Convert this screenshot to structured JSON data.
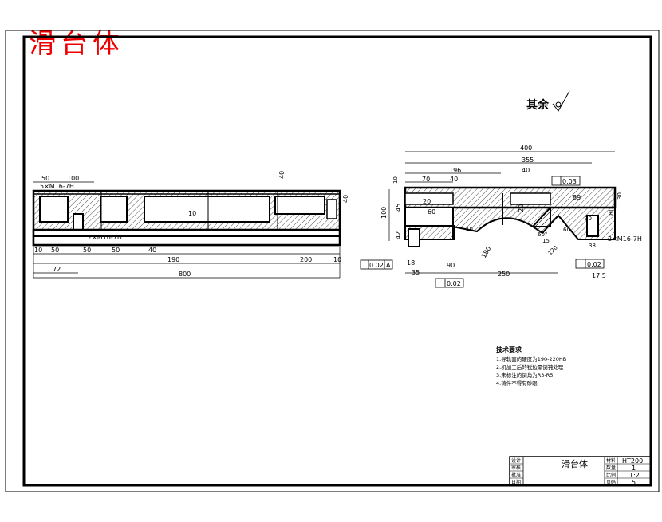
{
  "title": "滑台体",
  "roughness_note": "其余",
  "left_view": {
    "top_dims": [
      "50",
      "100"
    ],
    "thread_top": "5×M16-7H",
    "thread_bottom": "2×M16-7H",
    "inner_dims": [
      "40",
      "10",
      "40"
    ],
    "bottom_row": [
      "10",
      "50",
      "50",
      "50",
      "40",
      "190",
      "200",
      "10"
    ],
    "overall_72": "72",
    "overall_800": "800"
  },
  "right_view": {
    "top_dims": [
      "400",
      "355",
      "196",
      "40",
      "70",
      "40",
      "10",
      "20",
      "60",
      "10"
    ],
    "left_dims": [
      "100",
      "45",
      "42"
    ],
    "right_dims": [
      "80",
      "30",
      "30",
      "89",
      "60",
      "38",
      "120",
      "20",
      "15",
      "60°",
      "180"
    ],
    "bottom_dims": [
      "18",
      "35",
      "90",
      "250",
      "17.5"
    ],
    "flatness_top": "0.03",
    "flatness_right": "0.02",
    "flatness_bottom": "0.02",
    "parallel_left": "0.02",
    "datum": "A",
    "thread_right": "2×M16-7H"
  },
  "tech_requirements": {
    "heading": "技术要求",
    "items": [
      "1.导轨面的硬度为190-220HB",
      "2.机加工后的锐边需倒钝处理",
      "3.未标注的倒角为R3-R5",
      "4.铸件不得有砂眼"
    ]
  },
  "title_block": {
    "row_labels": [
      "设计",
      "审核",
      "批准",
      "日期"
    ],
    "part_name": "滑台体",
    "right_labels": [
      "材料",
      "数量",
      "比例",
      "页码"
    ],
    "right_values": [
      "HT200",
      "1",
      "1:2",
      "5"
    ]
  }
}
